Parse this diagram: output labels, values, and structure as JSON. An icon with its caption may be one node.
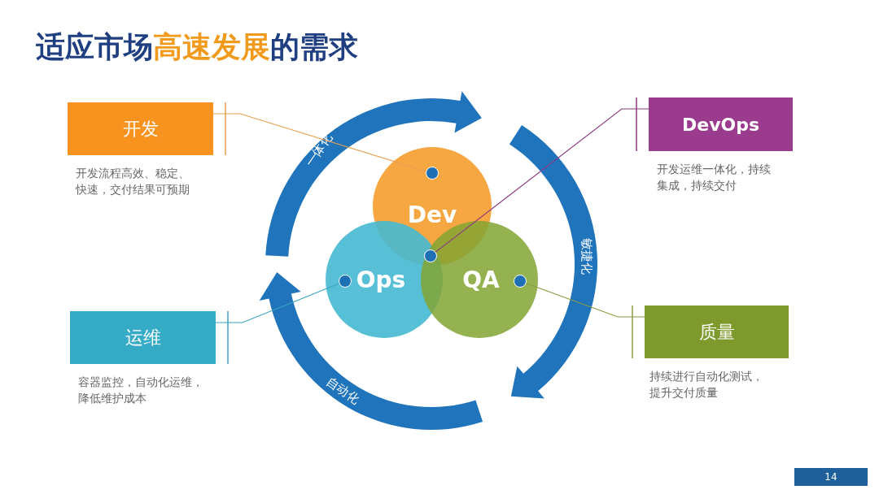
{
  "diagram": {
    "title": "适应市场**高速发展**的需求",
    "nodes": [
      {
        "text": [
          "开发"
        ],
        "beside": [
          "开发流程高效、稳定、快速，交付结果可预期"
        ]
      },
      {
        "text": [
          "DevOps"
        ],
        "beside": [
          "开发运维一体化，持续集成，持续交付"
        ]
      },
      {
        "text": [
          "Dev"
        ]
      },
      {
        "text": [],
        "shape": "circle",
        "in": 2
      },
      {
        "text": [
          "Ops"
        ]
      },
      {
        "text": [],
        "shape": "circle",
        "in": 4
      },
      {
        "text": [],
        "shape": "circle"
      },
      {
        "text": [
          "QA"
        ]
      },
      {
        "text": [],
        "shape": "circle",
        "in": 7
      },
      {
        "text": [
          "运维"
        ],
        "beside": [
          "容器监控，自动化运维，降低维护成本"
        ]
      },
      {
        "text": [
          "质量"
        ],
        "beside": [
          "持续进行自动化测试，提升交付质量"
        ]
      }
    ],
    "edges": [
      {
        "from": 0,
        "to": 3,
        "arrow": "none",
        "color": "#e8a050"
      },
      {
        "from": 1,
        "to": 6,
        "arrow": "none",
        "color": "#8e3a80"
      },
      {
        "from": 9,
        "to": 5,
        "arrow": "none",
        "color": "#3aa5c0"
      },
      {
        "from": 10,
        "to": 8,
        "arrow": "none",
        "color": "#8a9a40"
      }
    ],
    "labels": [
      "一体化",
      "敏捷化",
      "自动化",
      "14"
    ]
  }
}
